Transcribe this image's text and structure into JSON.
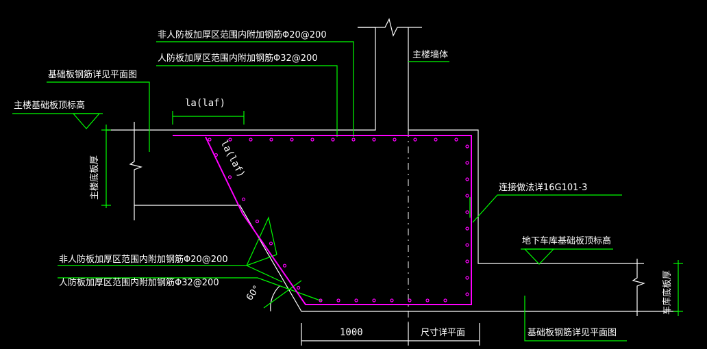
{
  "drawing": {
    "colors": {
      "background": "#000000",
      "outline": "#ffffff",
      "leader": "#00ff00",
      "rebar": "#ff00ff"
    },
    "labels": {
      "top_note_1": "非人防板加厚区范围内附加钢筋Φ20@200",
      "top_note_2": "人防板加厚区范围内附加钢筋Φ32@200",
      "main_wall": "主楼墙体",
      "base_plate_detail_top": "基础板钢筋详见平面图",
      "main_base_top_elev": "主楼基础板顶标高",
      "la_top": "la(laf)",
      "la_slope": "la(laf)",
      "main_plate_thickness": "主楼底板厚",
      "connection_note": "连接做法详16G101-3",
      "garage_base_top_elev": "地下车库基础板顶标高",
      "bottom_note_1": "非人防板加厚区范围内附加钢筋Φ20@200",
      "bottom_note_2": "人防板加厚区范围内附加钢筋Φ32@200",
      "angle": "60°",
      "garage_plate_thickness": "车库底板厚",
      "dim_1000": "1000",
      "dim_plan": "尺寸详平面",
      "base_plate_detail_bottom": "基础板钢筋详见平面图"
    }
  }
}
